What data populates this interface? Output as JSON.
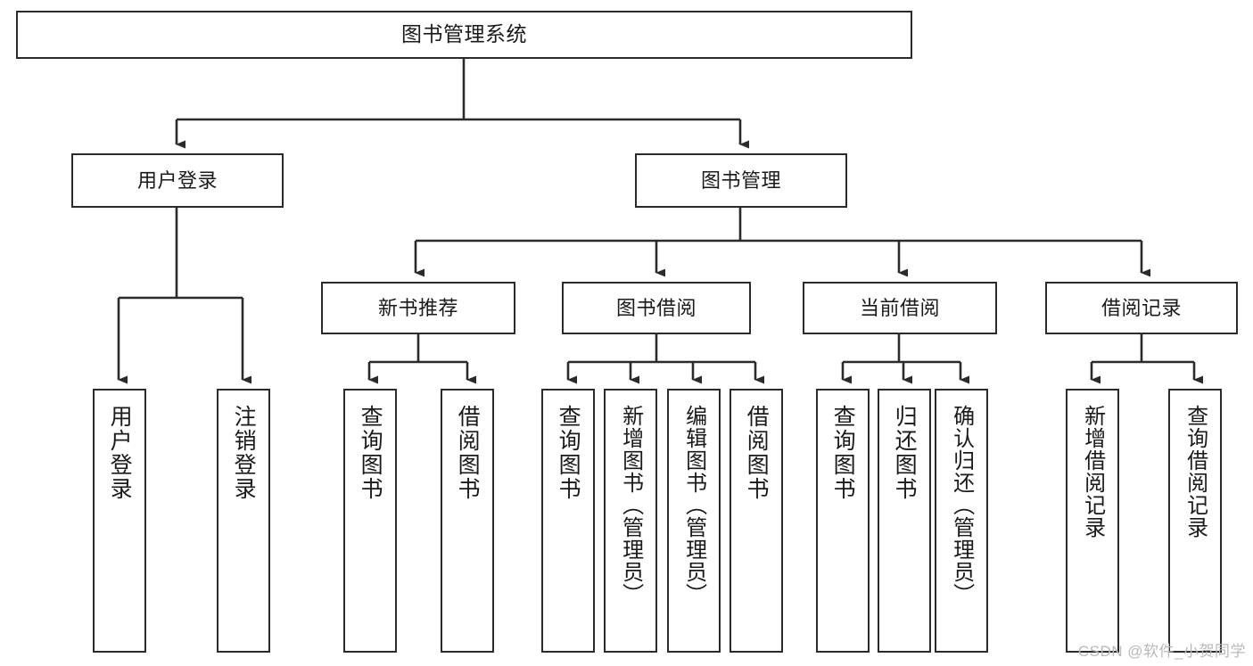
{
  "diagram": {
    "type": "tree-hierarchy",
    "title": "图书管理系统",
    "root": {
      "id": "root",
      "label": "图书管理系统"
    },
    "level2": [
      {
        "id": "user-login",
        "label": "用户登录"
      },
      {
        "id": "book-management",
        "label": "图书管理"
      }
    ],
    "level3": [
      {
        "id": "new-book-recommend",
        "label": "新书推荐",
        "parent": "book-management"
      },
      {
        "id": "book-borrow",
        "label": "图书借阅",
        "parent": "book-management"
      },
      {
        "id": "current-borrow",
        "label": "当前借阅",
        "parent": "book-management"
      },
      {
        "id": "borrow-record",
        "label": "借阅记录",
        "parent": "book-management"
      }
    ],
    "leaves": [
      {
        "id": "leaf-user-login",
        "label": "用户登录",
        "parent": "user-login"
      },
      {
        "id": "leaf-logout-login",
        "label": "注销登录",
        "parent": "user-login"
      },
      {
        "id": "leaf-query-book-1",
        "label": "查询图书",
        "parent": "new-book-recommend"
      },
      {
        "id": "leaf-borrow-book-1",
        "label": "借阅图书",
        "parent": "new-book-recommend"
      },
      {
        "id": "leaf-query-book-2",
        "label": "查询图书",
        "parent": "book-borrow"
      },
      {
        "id": "leaf-add-book",
        "label": "新增图书（管理员）",
        "parent": "book-borrow"
      },
      {
        "id": "leaf-edit-book",
        "label": "编辑图书（管理员）",
        "parent": "book-borrow"
      },
      {
        "id": "leaf-borrow-book-2",
        "label": "借阅图书",
        "parent": "book-borrow"
      },
      {
        "id": "leaf-query-book-3",
        "label": "查询图书",
        "parent": "current-borrow"
      },
      {
        "id": "leaf-return-book",
        "label": "归还图书",
        "parent": "current-borrow"
      },
      {
        "id": "leaf-confirm-return",
        "label": "确认归还（管理员）",
        "parent": "current-borrow"
      },
      {
        "id": "leaf-add-record",
        "label": "新增借阅记录",
        "parent": "borrow-record"
      },
      {
        "id": "leaf-query-record",
        "label": "查询借阅记录",
        "parent": "borrow-record"
      }
    ],
    "colors": {
      "stroke": "#2b2b2b",
      "fill": "#ffffff",
      "text": "#1a1a1a",
      "watermark": "#b9b9b9"
    }
  },
  "watermark": {
    "text": "CSDN @软件_小贺同学"
  }
}
